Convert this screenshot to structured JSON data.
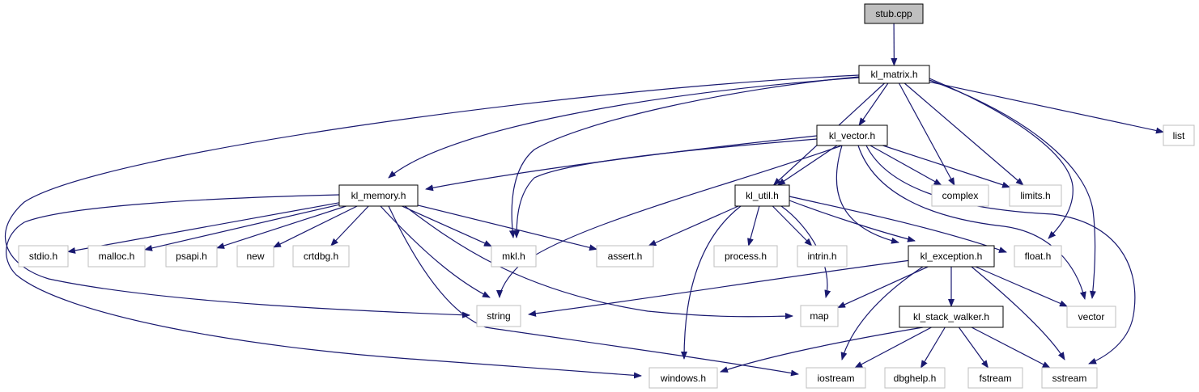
{
  "diagram": {
    "type": "include-dependency-graph",
    "colors": {
      "edge": "#191970",
      "root_fill": "#bfbfbf",
      "root_border": "#000000",
      "documented_border": "#000000",
      "system_border": "#bfbfbf",
      "node_fill": "#ffffff"
    },
    "nodes": [
      {
        "id": "stub_cpp",
        "label": "stub.cpp",
        "kind": "root"
      },
      {
        "id": "kl_matrix_h",
        "label": "kl_matrix.h",
        "kind": "documented"
      },
      {
        "id": "kl_vector_h",
        "label": "kl_vector.h",
        "kind": "documented"
      },
      {
        "id": "list",
        "label": "list",
        "kind": "system"
      },
      {
        "id": "kl_memory_h",
        "label": "kl_memory.h",
        "kind": "documented"
      },
      {
        "id": "kl_util_h",
        "label": "kl_util.h",
        "kind": "documented"
      },
      {
        "id": "complex",
        "label": "complex",
        "kind": "system"
      },
      {
        "id": "limits_h",
        "label": "limits.h",
        "kind": "system"
      },
      {
        "id": "stdio_h",
        "label": "stdio.h",
        "kind": "system"
      },
      {
        "id": "malloc_h",
        "label": "malloc.h",
        "kind": "system"
      },
      {
        "id": "psapi_h",
        "label": "psapi.h",
        "kind": "system"
      },
      {
        "id": "new",
        "label": "new",
        "kind": "system"
      },
      {
        "id": "crtdbg_h",
        "label": "crtdbg.h",
        "kind": "system"
      },
      {
        "id": "mkl_h",
        "label": "mkl.h",
        "kind": "system"
      },
      {
        "id": "assert_h",
        "label": "assert.h",
        "kind": "system"
      },
      {
        "id": "process_h",
        "label": "process.h",
        "kind": "system"
      },
      {
        "id": "intrin_h",
        "label": "intrin.h",
        "kind": "system"
      },
      {
        "id": "kl_exception_h",
        "label": "kl_exception.h",
        "kind": "documented"
      },
      {
        "id": "float_h",
        "label": "float.h",
        "kind": "system"
      },
      {
        "id": "string",
        "label": "string",
        "kind": "system"
      },
      {
        "id": "map",
        "label": "map",
        "kind": "system"
      },
      {
        "id": "kl_stack_walker_h",
        "label": "kl_stack_walker.h",
        "kind": "documented"
      },
      {
        "id": "vector",
        "label": "vector",
        "kind": "system"
      },
      {
        "id": "windows_h",
        "label": "windows.h",
        "kind": "system"
      },
      {
        "id": "iostream",
        "label": "iostream",
        "kind": "system"
      },
      {
        "id": "dbghelp_h",
        "label": "dbghelp.h",
        "kind": "system"
      },
      {
        "id": "fstream",
        "label": "fstream",
        "kind": "system"
      },
      {
        "id": "sstream",
        "label": "sstream",
        "kind": "system"
      }
    ],
    "edges": [
      {
        "from": "stub_cpp",
        "to": "kl_matrix_h"
      },
      {
        "from": "kl_matrix_h",
        "to": "kl_vector_h"
      },
      {
        "from": "kl_matrix_h",
        "to": "list"
      },
      {
        "from": "kl_matrix_h",
        "to": "kl_memory_h"
      },
      {
        "from": "kl_matrix_h",
        "to": "kl_util_h"
      },
      {
        "from": "kl_matrix_h",
        "to": "complex"
      },
      {
        "from": "kl_matrix_h",
        "to": "limits_h"
      },
      {
        "from": "kl_matrix_h",
        "to": "mkl_h"
      },
      {
        "from": "kl_matrix_h",
        "to": "float_h"
      },
      {
        "from": "kl_matrix_h",
        "to": "vector"
      },
      {
        "from": "kl_matrix_h",
        "to": "string"
      },
      {
        "from": "kl_vector_h",
        "to": "kl_memory_h"
      },
      {
        "from": "kl_vector_h",
        "to": "kl_util_h"
      },
      {
        "from": "kl_vector_h",
        "to": "complex"
      },
      {
        "from": "kl_vector_h",
        "to": "limits_h"
      },
      {
        "from": "kl_vector_h",
        "to": "mkl_h"
      },
      {
        "from": "kl_vector_h",
        "to": "string"
      },
      {
        "from": "kl_vector_h",
        "to": "kl_exception_h"
      },
      {
        "from": "kl_vector_h",
        "to": "vector"
      },
      {
        "from": "kl_vector_h",
        "to": "sstream"
      },
      {
        "from": "kl_memory_h",
        "to": "stdio_h"
      },
      {
        "from": "kl_memory_h",
        "to": "malloc_h"
      },
      {
        "from": "kl_memory_h",
        "to": "psapi_h"
      },
      {
        "from": "kl_memory_h",
        "to": "new"
      },
      {
        "from": "kl_memory_h",
        "to": "crtdbg_h"
      },
      {
        "from": "kl_memory_h",
        "to": "mkl_h"
      },
      {
        "from": "kl_memory_h",
        "to": "assert_h"
      },
      {
        "from": "kl_memory_h",
        "to": "string"
      },
      {
        "from": "kl_memory_h",
        "to": "map"
      },
      {
        "from": "kl_memory_h",
        "to": "iostream"
      },
      {
        "from": "kl_memory_h",
        "to": "windows_h"
      },
      {
        "from": "kl_util_h",
        "to": "assert_h"
      },
      {
        "from": "kl_util_h",
        "to": "process_h"
      },
      {
        "from": "kl_util_h",
        "to": "intrin_h"
      },
      {
        "from": "kl_util_h",
        "to": "kl_exception_h"
      },
      {
        "from": "kl_util_h",
        "to": "float_h"
      },
      {
        "from": "kl_util_h",
        "to": "map"
      },
      {
        "from": "kl_util_h",
        "to": "windows_h"
      },
      {
        "from": "kl_exception_h",
        "to": "string"
      },
      {
        "from": "kl_exception_h",
        "to": "map"
      },
      {
        "from": "kl_exception_h",
        "to": "kl_stack_walker_h"
      },
      {
        "from": "kl_exception_h",
        "to": "vector"
      },
      {
        "from": "kl_exception_h",
        "to": "iostream"
      },
      {
        "from": "kl_exception_h",
        "to": "sstream"
      },
      {
        "from": "kl_stack_walker_h",
        "to": "windows_h"
      },
      {
        "from": "kl_stack_walker_h",
        "to": "iostream"
      },
      {
        "from": "kl_stack_walker_h",
        "to": "dbghelp_h"
      },
      {
        "from": "kl_stack_walker_h",
        "to": "fstream"
      },
      {
        "from": "kl_stack_walker_h",
        "to": "sstream"
      }
    ]
  }
}
